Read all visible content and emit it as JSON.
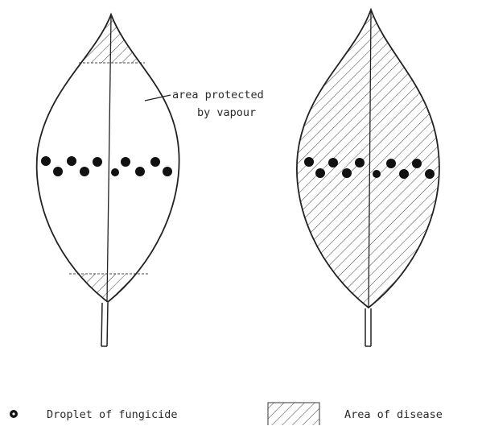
{
  "annotation": {
    "line1": "area protected",
    "line2": "by vapour"
  },
  "legend": {
    "droplet_label": "Droplet of fungicide",
    "disease_label": "Area of disease"
  },
  "leaves": [
    {
      "name": "treated-leaf",
      "disease": "tip-and-base-only"
    },
    {
      "name": "untreated-comparison-leaf",
      "disease": "whole-leaf"
    }
  ]
}
